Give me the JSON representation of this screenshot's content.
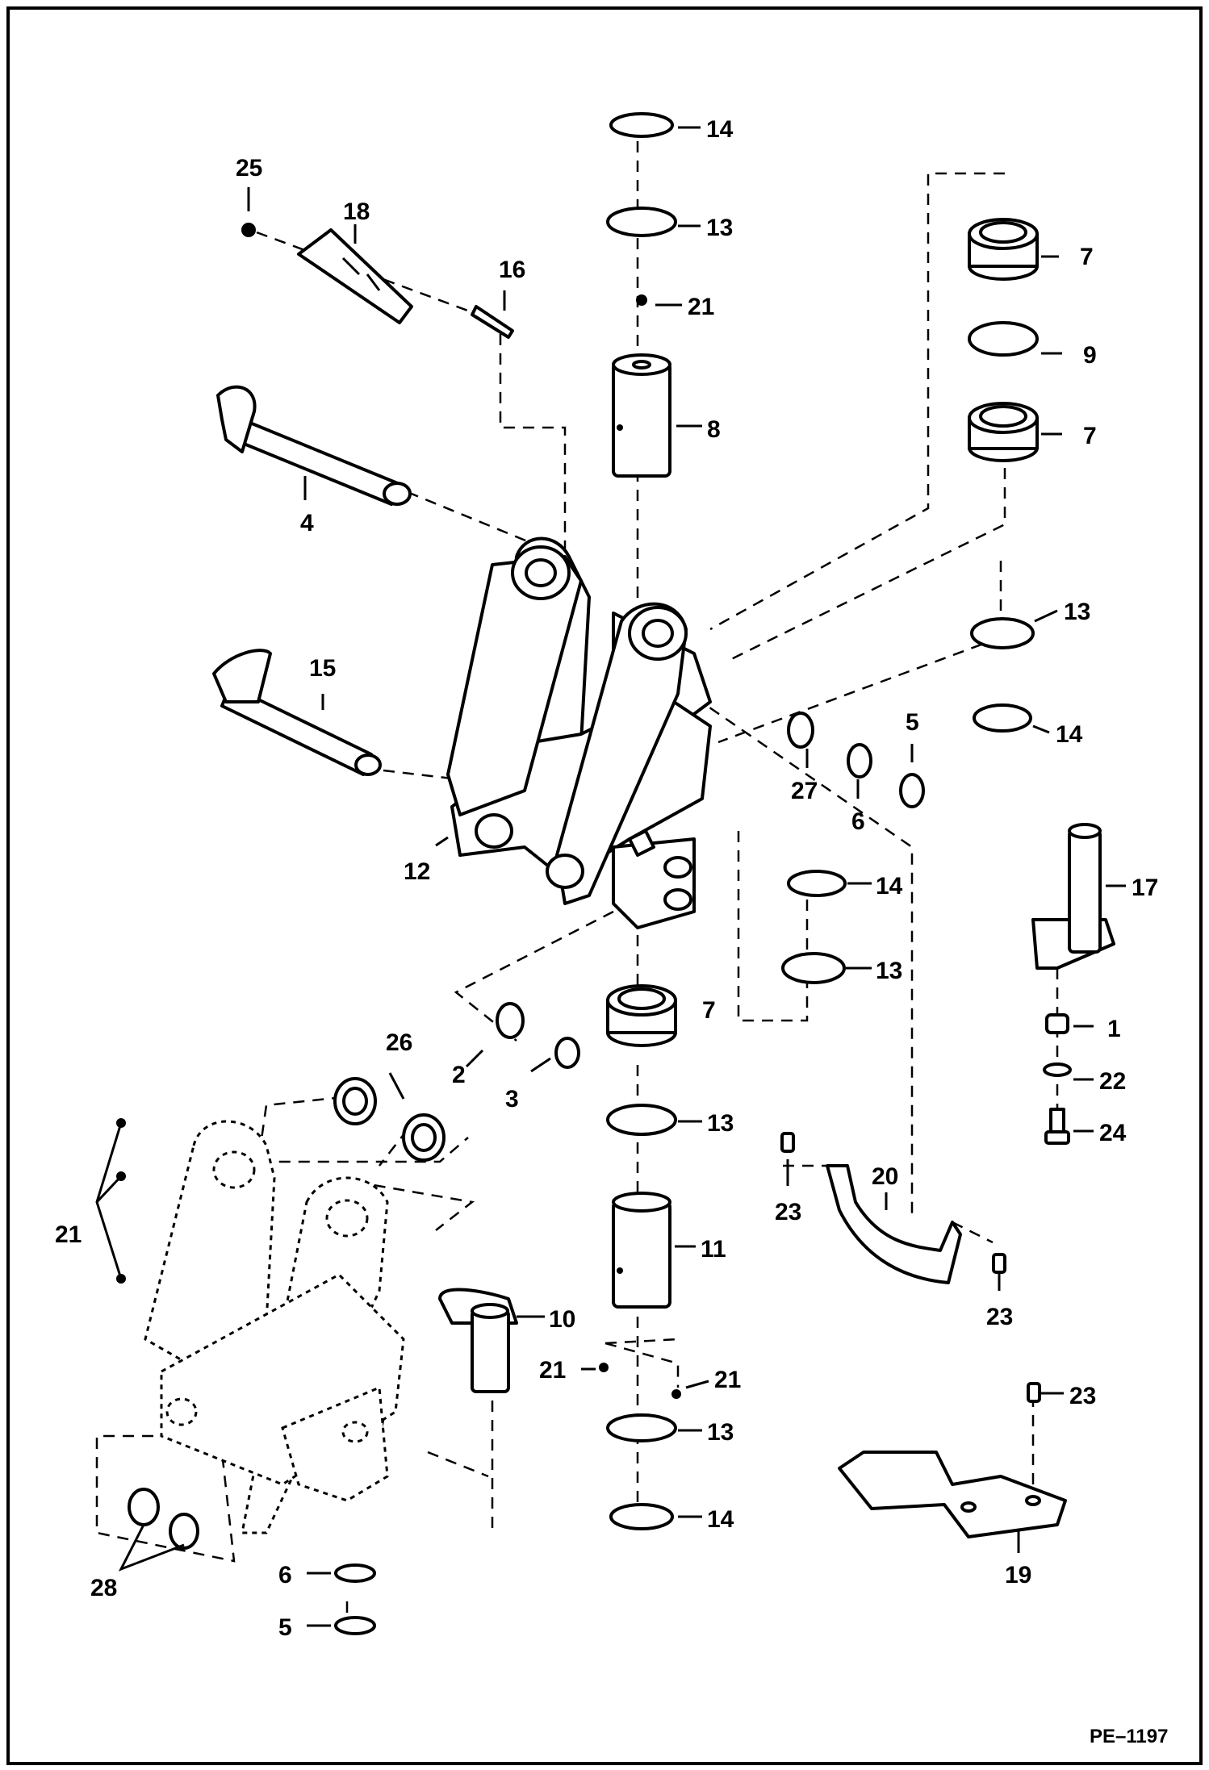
{
  "diagram": {
    "code": "PE–1197",
    "callouts": [
      {
        "id": "c14a",
        "text": "14"
      },
      {
        "id": "c13a",
        "text": "13"
      },
      {
        "id": "c21a",
        "text": "21"
      },
      {
        "id": "c8",
        "text": "8"
      },
      {
        "id": "c25",
        "text": "25"
      },
      {
        "id": "c18",
        "text": "18"
      },
      {
        "id": "c16",
        "text": "16"
      },
      {
        "id": "c7a",
        "text": "7"
      },
      {
        "id": "c9",
        "text": "9"
      },
      {
        "id": "c7b",
        "text": "7"
      },
      {
        "id": "c4",
        "text": "4"
      },
      {
        "id": "c13b",
        "text": "13"
      },
      {
        "id": "c14b",
        "text": "14"
      },
      {
        "id": "c15",
        "text": "15"
      },
      {
        "id": "c5a",
        "text": "5"
      },
      {
        "id": "c27",
        "text": "27"
      },
      {
        "id": "c6a",
        "text": "6"
      },
      {
        "id": "c12",
        "text": "12"
      },
      {
        "id": "c17",
        "text": "17"
      },
      {
        "id": "c14c",
        "text": "14"
      },
      {
        "id": "c13c",
        "text": "13"
      },
      {
        "id": "c7c",
        "text": "7"
      },
      {
        "id": "c1",
        "text": "1"
      },
      {
        "id": "c26",
        "text": "26"
      },
      {
        "id": "c2",
        "text": "2"
      },
      {
        "id": "c3",
        "text": "3"
      },
      {
        "id": "c22",
        "text": "22"
      },
      {
        "id": "c13d",
        "text": "13"
      },
      {
        "id": "c24",
        "text": "24"
      },
      {
        "id": "c20",
        "text": "20"
      },
      {
        "id": "c21b",
        "text": "21"
      },
      {
        "id": "c23a",
        "text": "23"
      },
      {
        "id": "c11",
        "text": "11"
      },
      {
        "id": "c10",
        "text": "10"
      },
      {
        "id": "c23b",
        "text": "23"
      },
      {
        "id": "c21c",
        "text": "21"
      },
      {
        "id": "c21d",
        "text": "21"
      },
      {
        "id": "c23c",
        "text": "23"
      },
      {
        "id": "c13e",
        "text": "13"
      },
      {
        "id": "c14d",
        "text": "14"
      },
      {
        "id": "c19",
        "text": "19"
      },
      {
        "id": "c28",
        "text": "28"
      },
      {
        "id": "c6b",
        "text": "6"
      },
      {
        "id": "c5b",
        "text": "5"
      }
    ]
  }
}
